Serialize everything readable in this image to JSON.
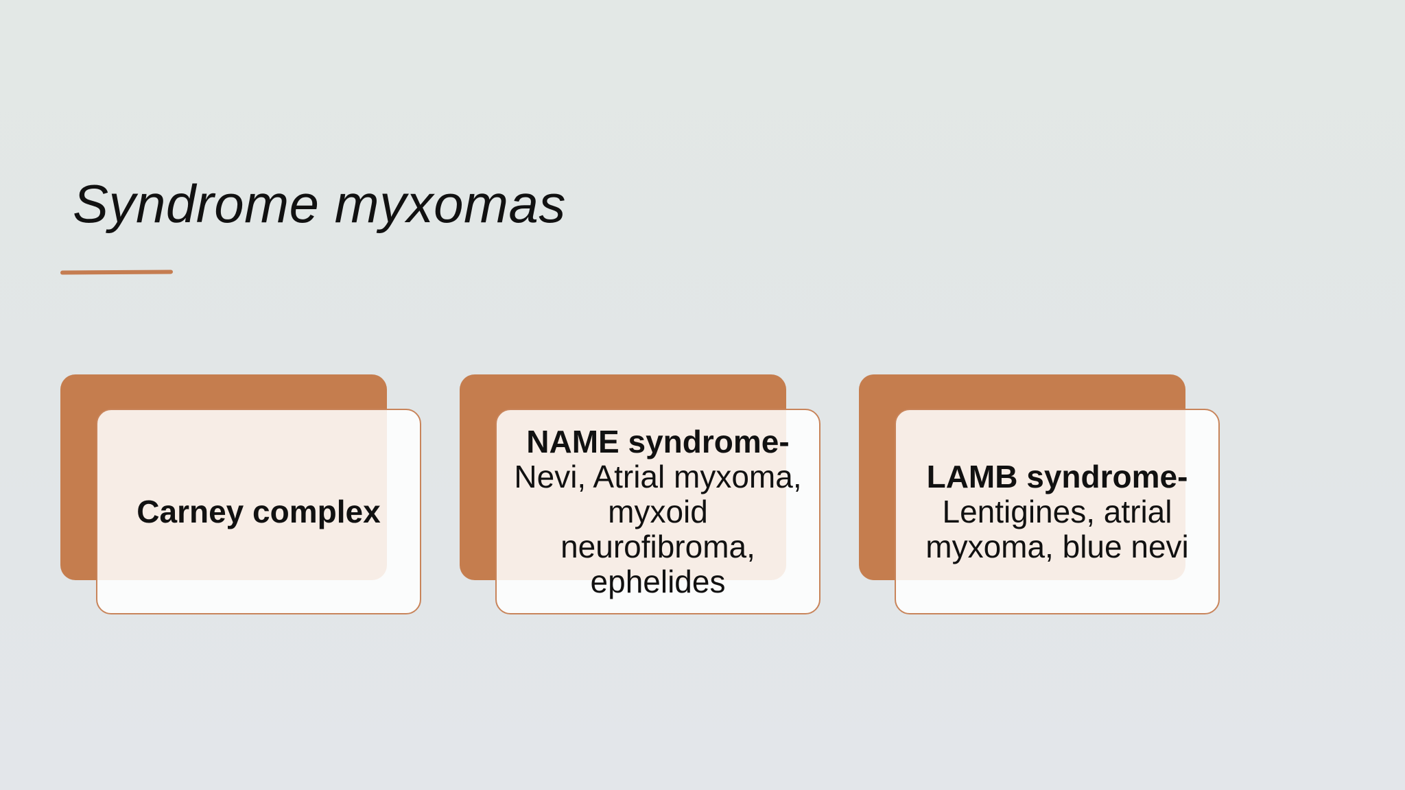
{
  "slide": {
    "title": "Syndrome myxomas",
    "accent_color": "#c57d4e",
    "cards": [
      {
        "heading": "Carney complex",
        "body": ""
      },
      {
        "heading": "NAME syndrome-",
        "body": "Nevi, Atrial myxoma, myxoid neurofibroma, ephelides"
      },
      {
        "heading": "LAMB syndrome-",
        "body": "Lentigines, atrial myxoma, blue nevi"
      }
    ]
  }
}
